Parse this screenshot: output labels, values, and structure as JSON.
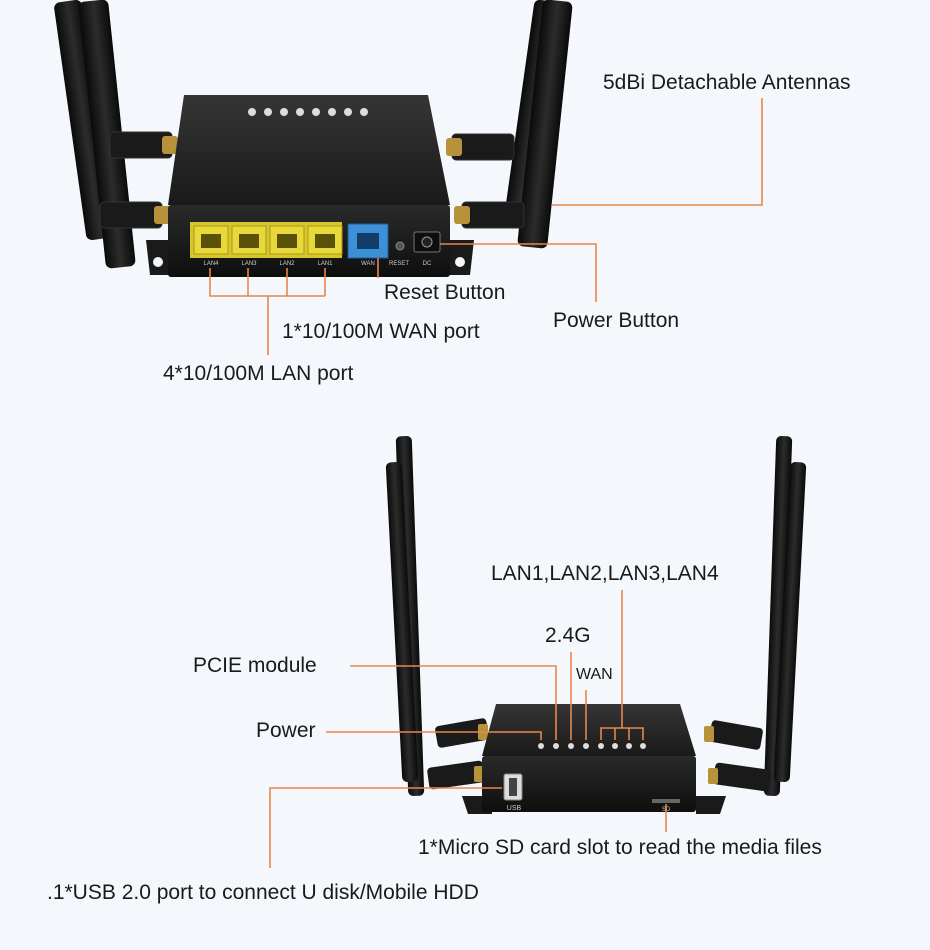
{
  "top_router": {
    "callouts": {
      "antennas": "5dBi Detachable Antennas",
      "reset": "Reset Button",
      "power_button": "Power Button",
      "wan": "1*10/100M WAN port",
      "lan": "4*10/100M LAN port"
    },
    "port_labels": {
      "lan4": "LAN4",
      "lan3": "LAN3",
      "lan2": "LAN2",
      "lan1": "LAN1",
      "wan": "WAN",
      "reset": "RESET",
      "dc": "DC"
    }
  },
  "bottom_router": {
    "callouts": {
      "lan_leds": "LAN1,LAN2,LAN3,LAN4",
      "wifi_led": "2.4G",
      "wan_led": "WAN",
      "pcie": "PCIE module",
      "power_led": "Power",
      "sd": "1*Micro SD card slot to read the media files",
      "usb": ".1*USB 2.0 port to connect U disk/Mobile HDD"
    },
    "port_labels": {
      "usb": "USB",
      "sd": "SD"
    }
  },
  "colors": {
    "callout_line": "#e8874a",
    "router_body": "#1c1c1c",
    "lan_port": "#e8d83a",
    "wan_port": "#3d8fd6",
    "background": "#f4f7fb"
  }
}
